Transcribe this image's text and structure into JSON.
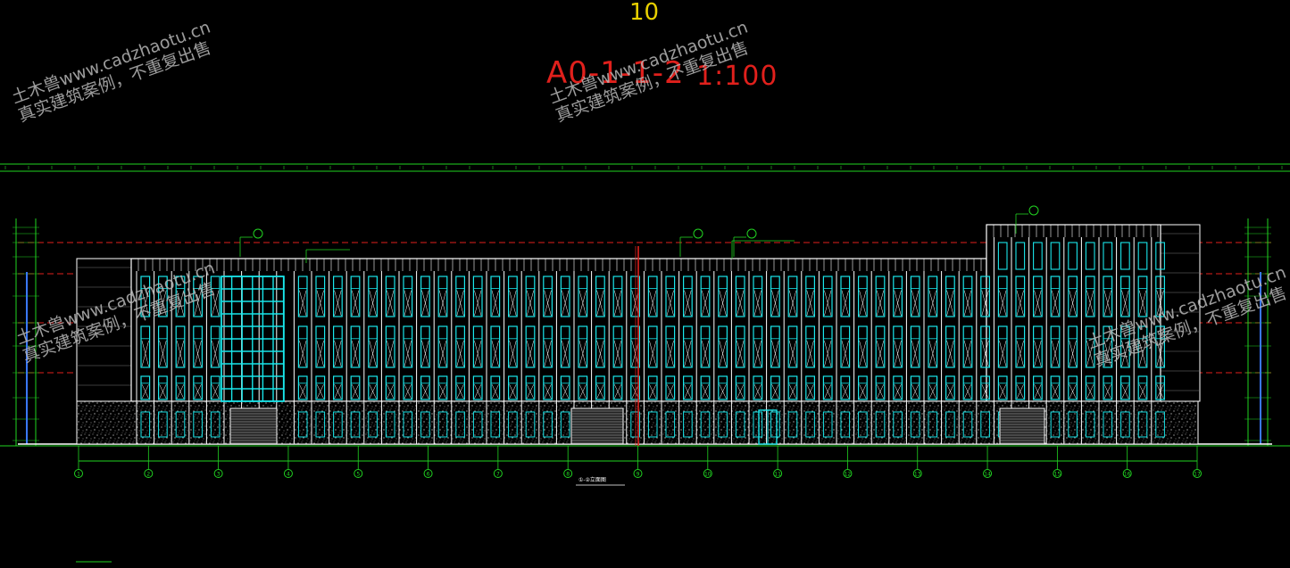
{
  "drawing": {
    "top_mark": "10",
    "sheet_code": "A0-1-1-2",
    "scale_text": "1:100",
    "caption": "①-②立面图",
    "axis_labels": [
      "1",
      "2",
      "3",
      "4",
      "5",
      "6",
      "7",
      "8",
      "9",
      "10",
      "11",
      "12",
      "13",
      "14",
      "15",
      "16",
      "17"
    ]
  },
  "watermarks": [
    {
      "line1": "土木兽www.cadzhaotu.cn",
      "line2": "真实建筑案例，不重复出售"
    },
    {
      "line1": "土木兽www.cadzhaotu.cn",
      "line2": "真实建筑案例，不重复出售"
    },
    {
      "line1": "土木兽www.cadzhaotu.cn",
      "line2": "真实建筑案例，不重复出售"
    },
    {
      "line1": "土木兽www.cadzhaotu.cn",
      "line2": "真实建筑案例，不重复出售"
    }
  ],
  "colors": {
    "background": "#000000",
    "line": "#ffffff",
    "glass": "#19e6ea",
    "grid": "#21d321",
    "accent": "#e0201c"
  }
}
